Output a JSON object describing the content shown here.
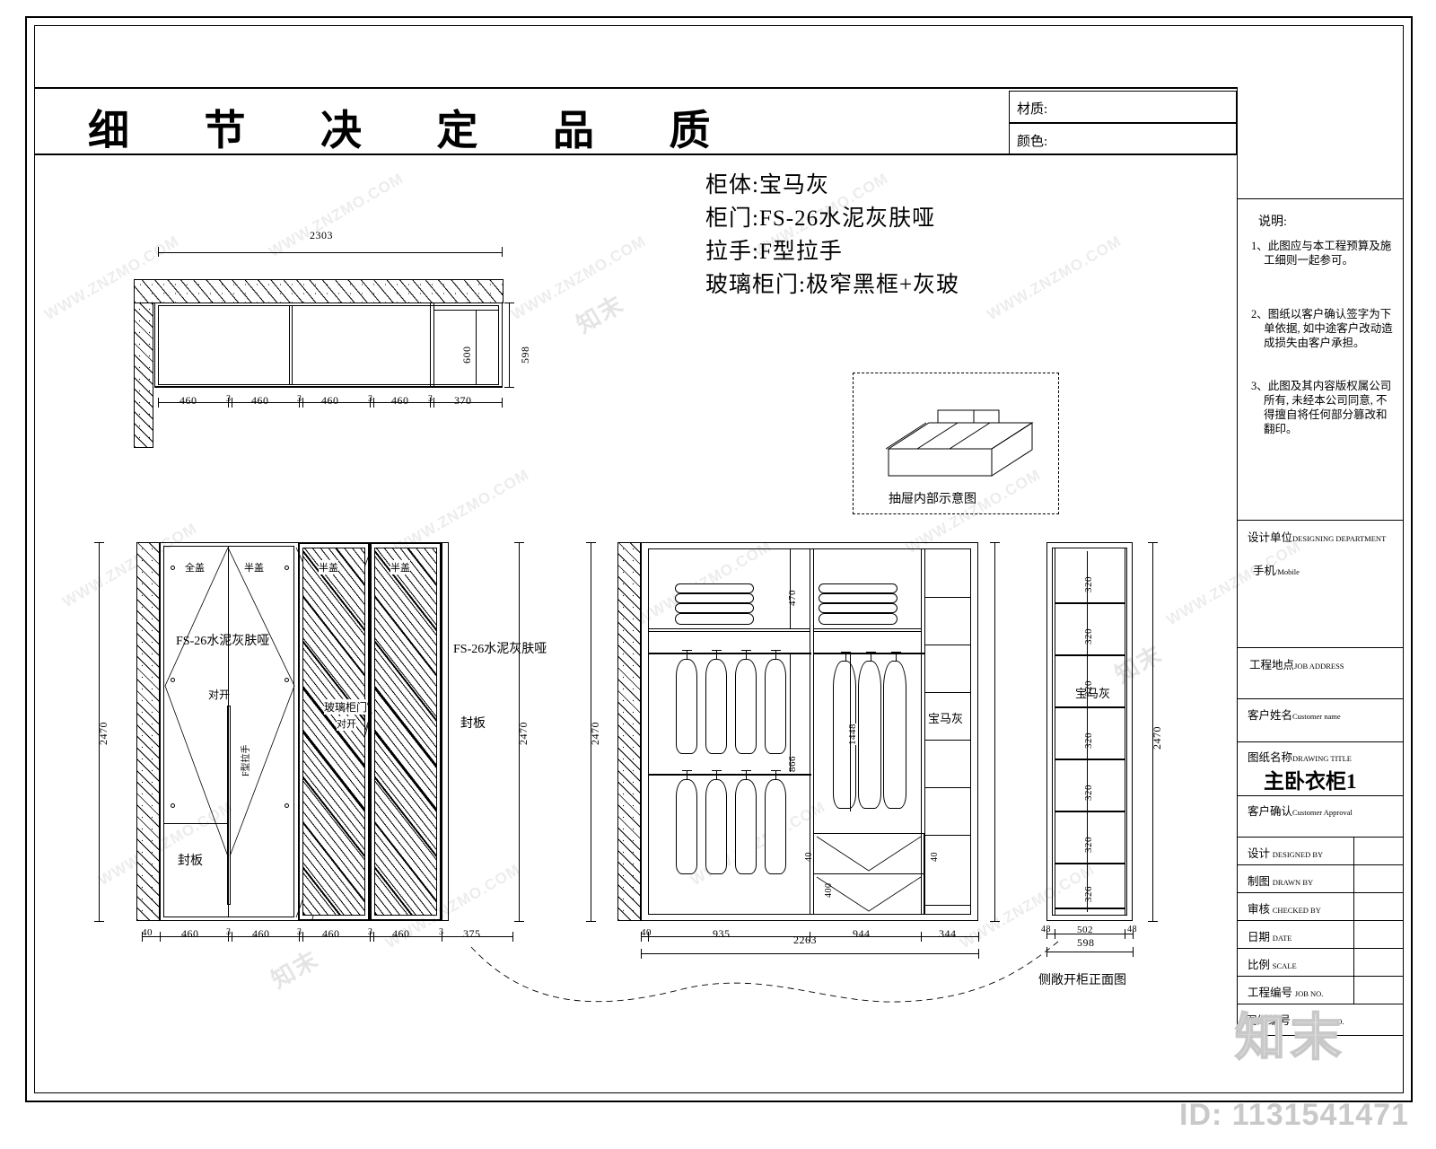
{
  "sheet": {
    "title": "细 节 决 定 品 质",
    "watermark_brand": "知末",
    "watermark_id": "ID: 1131541471",
    "watermark_text": "WWW.ZNZMO.COM"
  },
  "material_fields": {
    "material_label": "材质:",
    "color_label": "颜色:"
  },
  "spec": {
    "lines": [
      "柜体:宝马灰",
      "柜门:FS-26水泥灰肤哑",
      "拉手:F型拉手",
      "玻璃柜门:极窄黑框+灰玻"
    ]
  },
  "notes": {
    "heading": "说明:",
    "items": [
      "1、此图应与本工程预算及施工细则一起参可。",
      "2、图纸以客户确认签字为下单依据, 如中途客户改动造成损失由客户承担。",
      "3、此图及其内容版权属公司所有, 未经本公司同意, 不得擅自将任何部分篡改和翻印。"
    ]
  },
  "titleblock": {
    "design_unit": {
      "cn": "设计单位",
      "en": "DESIGNING DEPARTMENT"
    },
    "mobile": {
      "cn": "手机",
      "en": "/Mobile"
    },
    "job_address": {
      "cn": "工程地点",
      "en": "JOB ADDRESS"
    },
    "customer_name": {
      "cn": "客户姓名",
      "en": "Customer name"
    },
    "drawing_title": {
      "cn": "图纸名称",
      "en": "DRAWING TITLE",
      "value": "主卧衣柜1"
    },
    "customer_approval": {
      "cn": "客户确认",
      "en": "Customer Approval"
    },
    "rows": [
      {
        "cn": "设计",
        "en": "DESIGNED BY",
        "value": ""
      },
      {
        "cn": "制图",
        "en": "DRAWN BY",
        "value": ""
      },
      {
        "cn": "审核",
        "en": "CHECKED BY",
        "value": ""
      },
      {
        "cn": "日期",
        "en": "DATE",
        "value": ""
      },
      {
        "cn": "比例",
        "en": "SCALE",
        "value": ""
      },
      {
        "cn": "工程编号",
        "en": "JOB NO.",
        "value": ""
      },
      {
        "cn": "图纸编号",
        "en": "DRAWING NO.",
        "value": ""
      }
    ]
  },
  "plan_view": {
    "overall_width": "2303",
    "depth_outer": "598",
    "depth_inner": "600",
    "segments": [
      "460",
      "3",
      "460",
      "3",
      "460",
      "3",
      "460",
      "3",
      "370"
    ]
  },
  "drawer_detail": {
    "caption": "抽屉内部示意图"
  },
  "elevation_doors": {
    "height": "2470",
    "door_material": "FS-26水泥灰肤哑",
    "panel_label": "封板",
    "glass_door_label": "玻璃柜门",
    "pair_label": "对开",
    "handle_label": "F型拉手",
    "full_overlay": "全盖",
    "half_overlay": "半盖",
    "bottom_segments": [
      "40",
      "460",
      "3",
      "460",
      "3",
      "460",
      "3",
      "460",
      "3",
      "375"
    ]
  },
  "elevation_interior": {
    "height": "2470",
    "top_shelf_height": "470",
    "short_hang_height": "866",
    "long_hang_height": "1448",
    "drawer_height": "400",
    "gap_top": "40",
    "gap_bottom": "40",
    "body_color_label": "宝马灰",
    "bottom_segments": [
      "40",
      "935",
      "944",
      "344"
    ],
    "overall_width": "2263"
  },
  "side_cabinet": {
    "caption": "侧敞开柜正面图",
    "height": "2470",
    "shelf_heights": [
      "320",
      "320",
      "320",
      "320",
      "320",
      "320",
      "326"
    ],
    "body_color_label": "宝马灰",
    "width_overall": "598",
    "width_inner": "502",
    "width_side": "48"
  }
}
